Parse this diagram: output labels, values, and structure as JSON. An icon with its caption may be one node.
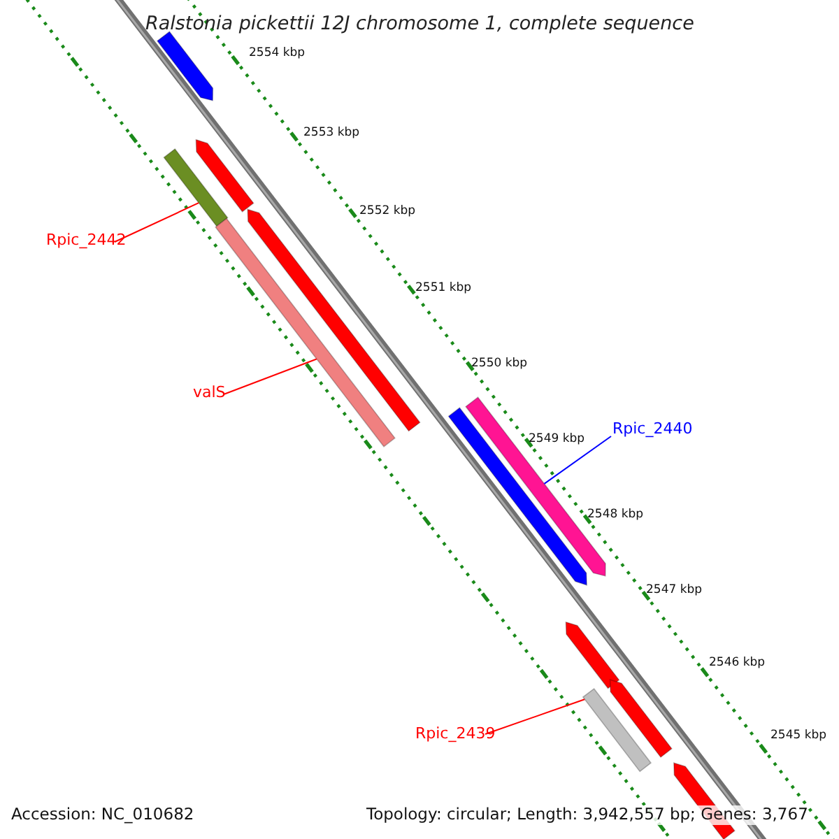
{
  "diagram": {
    "title": "Ralstonia pickettii 12J chromosome 1, complete sequence",
    "nodes": [
      {
        "text": [
          "Rpic_2442"
        ]
      },
      {
        "text": [],
        "shape": "bar"
      },
      {
        "text": [
          "valS"
        ]
      },
      {
        "text": [],
        "shape": "bar"
      },
      {
        "text": [
          "Rpic_2440"
        ]
      },
      {
        "text": [],
        "shape": "bar"
      },
      {
        "text": [
          "Rpic_2439"
        ]
      },
      {
        "text": [],
        "shape": "bar"
      }
    ],
    "edges": [
      {
        "from": 0,
        "to": 1,
        "arrow": "none"
      },
      {
        "from": 2,
        "to": 3,
        "arrow": "none"
      },
      {
        "from": 4,
        "to": 5,
        "arrow": "none",
        "color": "#0000ff"
      },
      {
        "from": 6,
        "to": 7,
        "arrow": "none"
      }
    ],
    "labels": [
      "2554 kbp",
      "2553 kbp",
      "2552 kbp",
      "2551 kbp",
      "2550 kbp",
      "2549 kbp",
      "2548 kbp",
      "2547 kbp",
      "2546 kbp",
      "2545 kbp",
      "Accession: NC_010682",
      "Topology: circular; Length: 3,942,557 bp; Genes: 3,767"
    ]
  }
}
